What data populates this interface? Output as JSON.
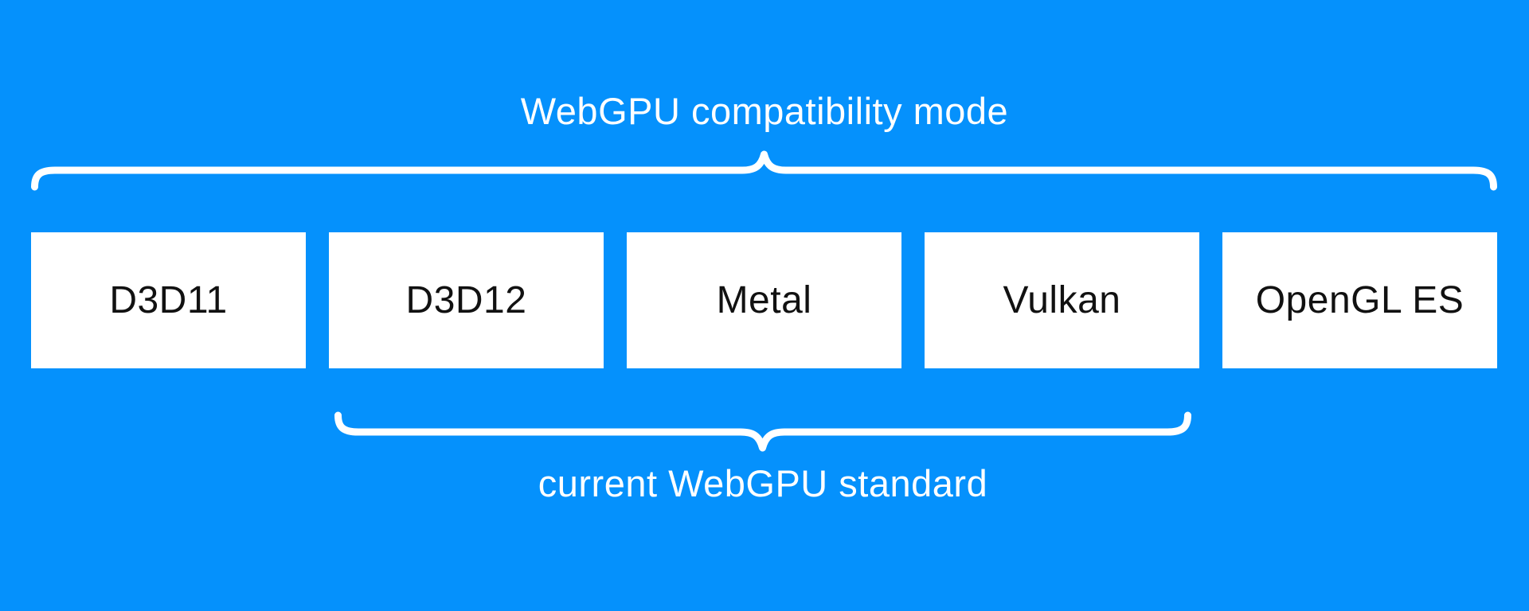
{
  "diagram": {
    "top_label": "WebGPU compatibility mode",
    "bottom_label": "current WebGPU standard",
    "boxes": [
      {
        "label": "D3D11"
      },
      {
        "label": "D3D12"
      },
      {
        "label": "Metal"
      },
      {
        "label": "Vulkan"
      },
      {
        "label": "OpenGL ES"
      }
    ]
  },
  "colors": {
    "background": "#0591fc",
    "box_background": "#ffffff",
    "box_text": "#111111",
    "label_text": "#ffffff",
    "brace": "#ffffff"
  }
}
